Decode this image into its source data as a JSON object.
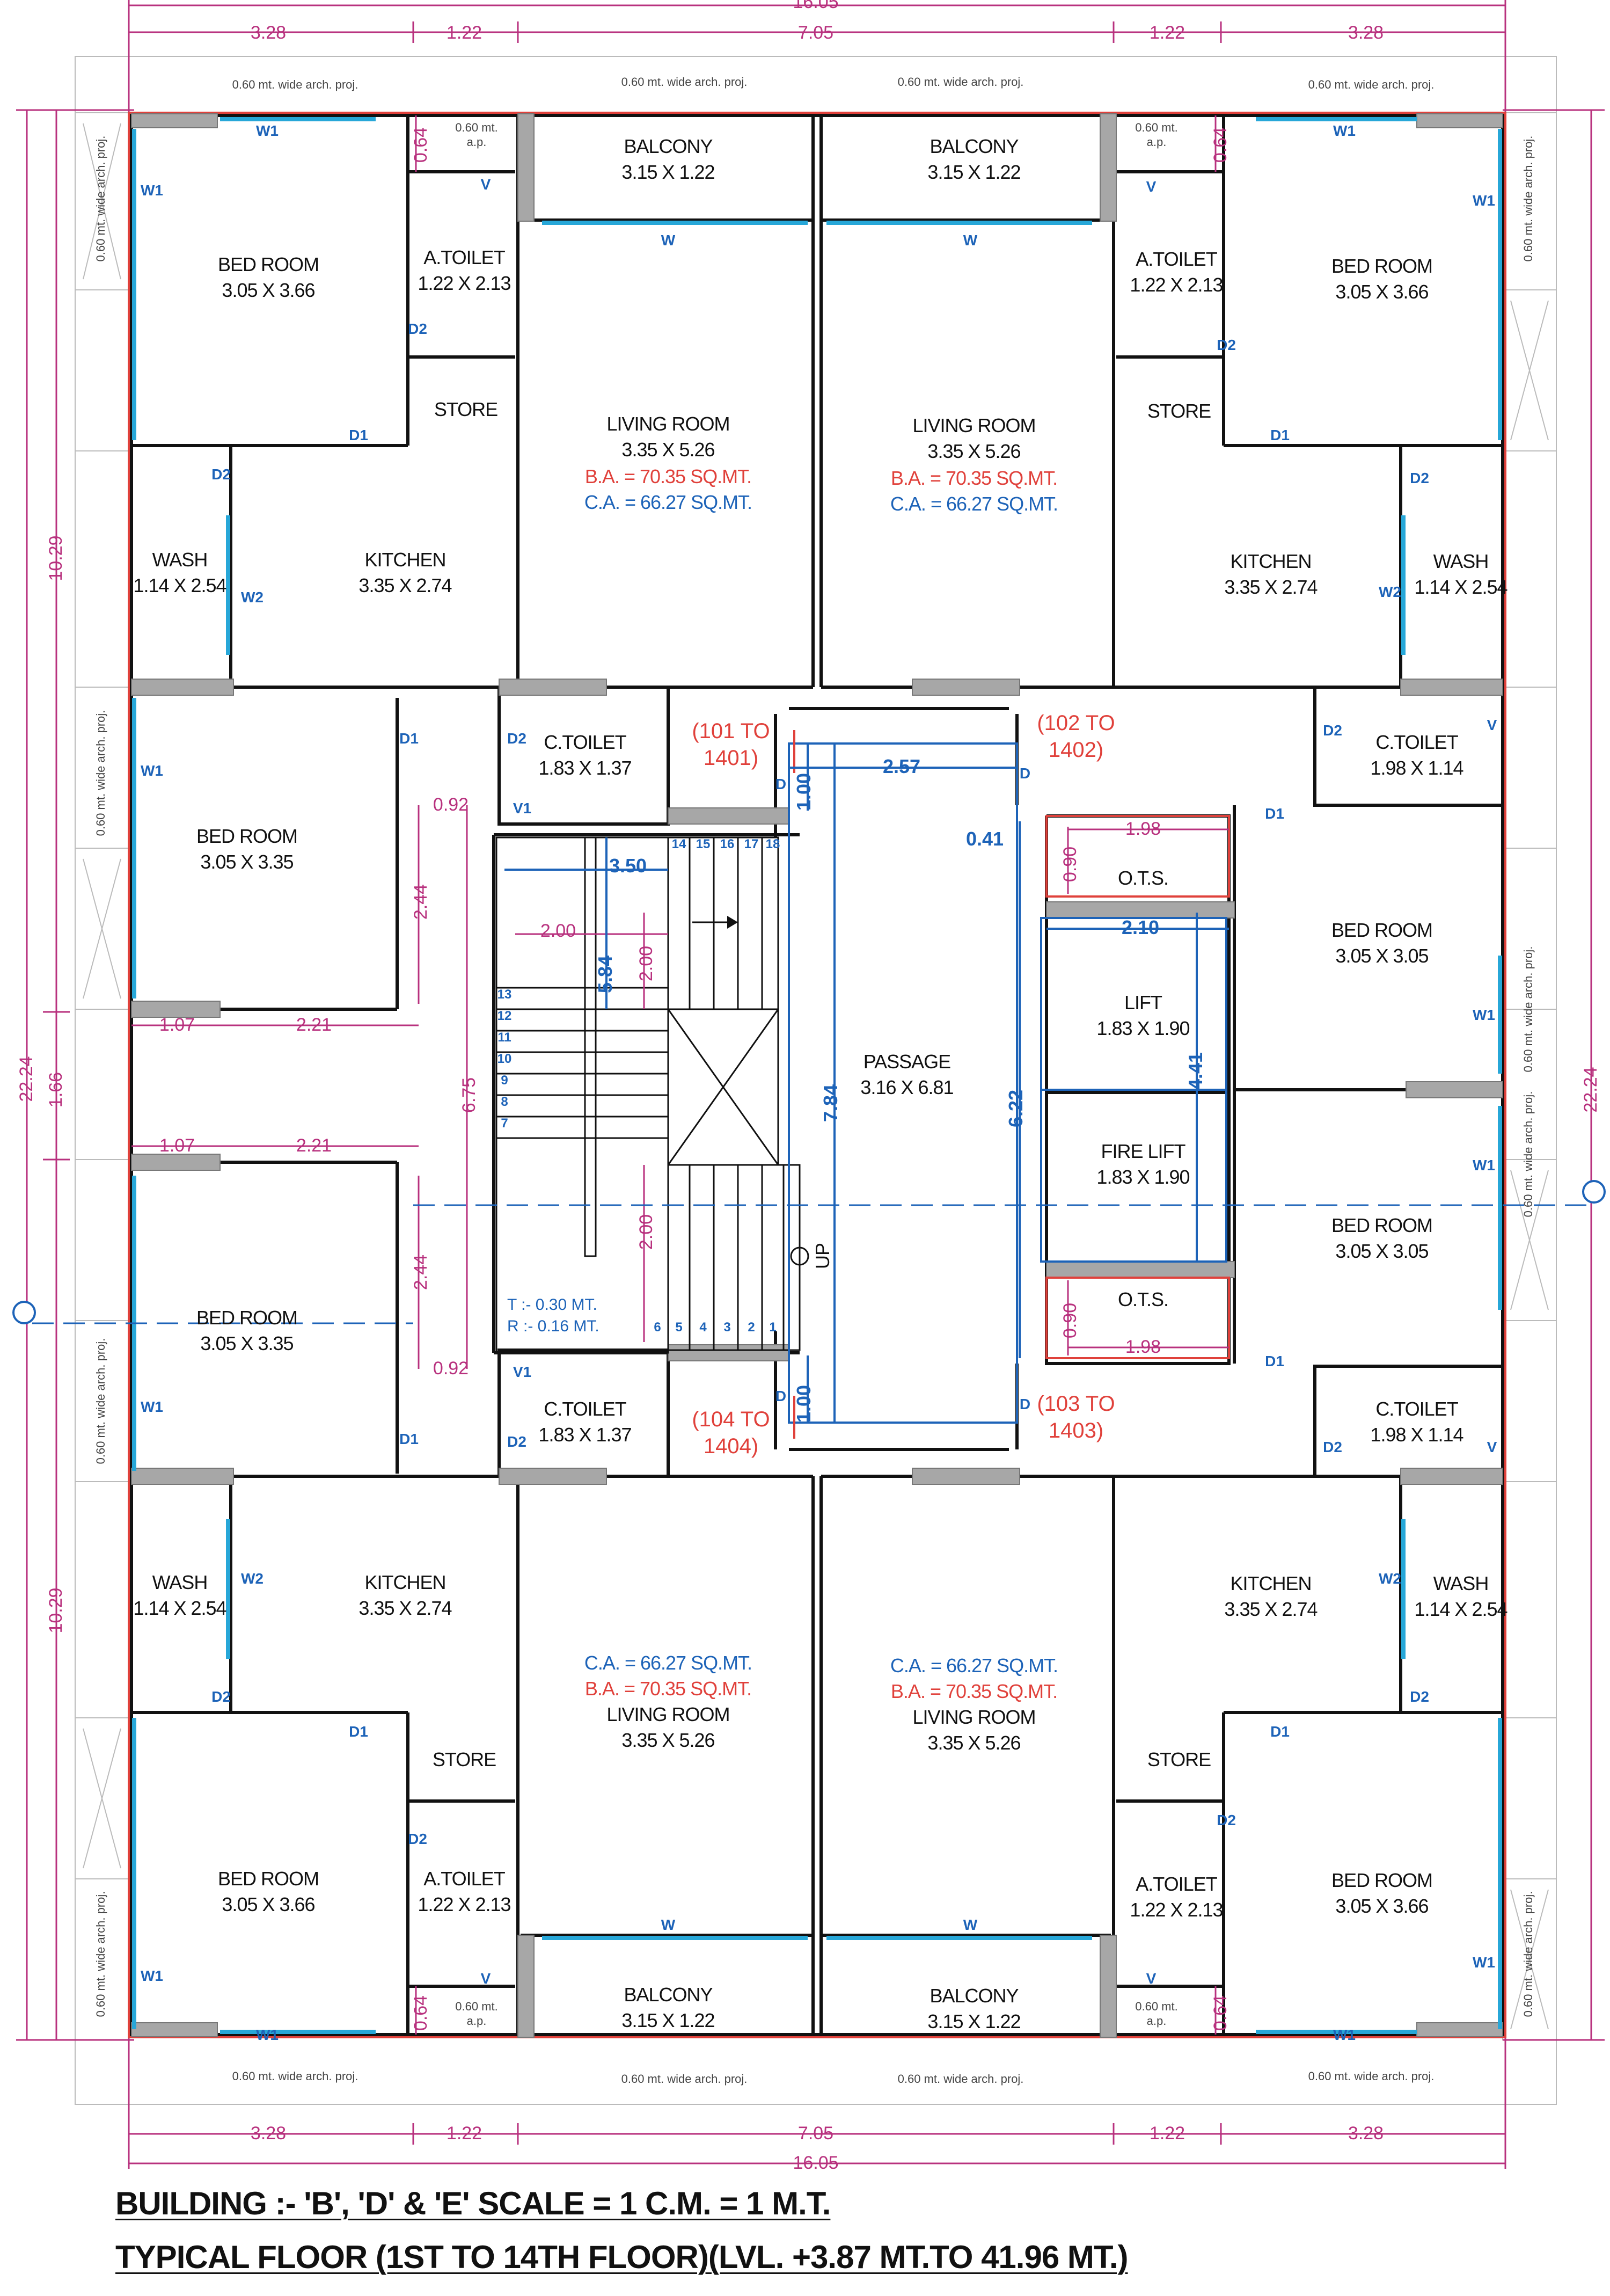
{
  "units": {
    "bal_a": "BALCONY",
    "bal_d": "3.15 X 1.22",
    "bed": "BED ROOM",
    "bed_a": "3.05 X 3.66",
    "bed_b": "3.05 X 3.35",
    "bed_c": "3.05 X 3.05",
    "at": "A.TOILET",
    "at_d": "1.22 X 2.13",
    "store": "STORE",
    "liv": "LIVING ROOM",
    "liv_d": "3.35 X 5.26",
    "ba": "B.A. = 70.35 SQ.MT.",
    "ca": "C.A. = 66.27 SQ.MT.",
    "wash": "WASH",
    "wash_d": "1.14 X 2.54",
    "kit": "KITCHEN",
    "kit_d": "3.35 X 2.74",
    "ct": "C.TOILET",
    "ct_d1": "1.83 X 1.37",
    "ct_d2": "1.98 X 1.14",
    "u101a": "(101 TO",
    "u101b": "1401)",
    "u102a": "(102 TO",
    "u102b": "1402)",
    "u103a": "(103 TO",
    "u103b": "1403)",
    "u104a": "(104 TO",
    "u104b": "1404)",
    "ots": "O.T.S.",
    "lift": "LIFT",
    "lift_d": "1.83 X 1.90",
    "flift": "FIRE LIFT",
    "flift_d": "1.83 X 1.90",
    "pas": "PASSAGE",
    "pas_d": "3.16 X 6.81",
    "tread": "T :- 0.30 MT.",
    "riser": "R :- 0.16 MT.",
    "up": "UP"
  },
  "tags": {
    "w": "W",
    "w1": "W1",
    "w2": "W2",
    "v": "V",
    "v1": "V1",
    "d": "D",
    "d1": "D1",
    "d2": "D2"
  },
  "proj": {
    "wide": "0.60 mt. wide arch. proj.",
    "short": "0.60 mt. wide arch. proj.",
    "ap1": "0.60 mt.",
    "ap2": "a.p."
  },
  "dims": {
    "d328": "3.28",
    "d122": "1.22",
    "d705": "7.05",
    "d1605": "16.05",
    "d2224": "22.24",
    "d1029": "10.29",
    "d166": "1.66",
    "d064": "0.64",
    "d092": "0.92",
    "d244": "2.44",
    "d107": "1.07",
    "d221": "2.21",
    "d675": "6.75",
    "d350": "3.50",
    "d200": "2.00",
    "d584": "5.84",
    "d784": "7.84",
    "d622": "6.22",
    "d441": "4.41",
    "d257": "2.57",
    "d041": "0.41",
    "d100": "1.00",
    "d198": "1.98",
    "d210": "2.10",
    "d090": "0.90"
  },
  "steps": {
    "s1": "1",
    "s2": "2",
    "s3": "3",
    "s4": "4",
    "s5": "5",
    "s6": "6",
    "s7": "7",
    "s8": "8",
    "s9": "9",
    "s10": "10",
    "s11": "11",
    "s12": "12",
    "s13": "13",
    "s14": "14",
    "s15": "15",
    "s16": "16",
    "s17": "17",
    "s18": "18"
  },
  "footer": {
    "line1": "BUILDING :- 'B', 'D' & 'E'  SCALE = 1 C.M. = 1 M.T.",
    "line2": "TYPICAL FLOOR (1ST TO 14TH FLOOR)(LVL. +3.87 MT.TO 41.96 MT.)"
  }
}
